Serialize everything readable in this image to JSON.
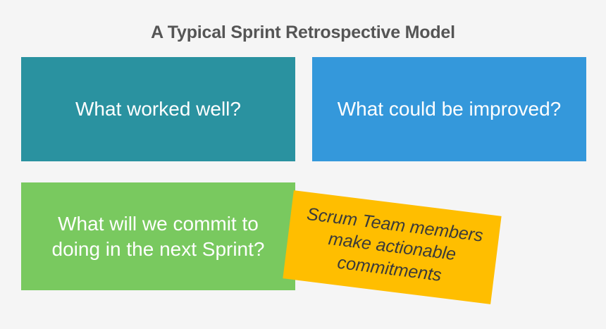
{
  "page": {
    "title": "A Typical Sprint Retrospective Model",
    "background_color": "#f5f5f5",
    "title_color": "#555555"
  },
  "cards": [
    {
      "id": "what-worked-well",
      "label": "What worked well?",
      "color": "#2a92a0",
      "text_color": "#ffffff"
    },
    {
      "id": "what-could-be-improved",
      "label": "What could be improved?",
      "color": "#3498db",
      "text_color": "#ffffff"
    },
    {
      "id": "what-will-we-commit-to",
      "label": "What will we commit to\ndoing in the next Sprint?",
      "color": "#79c95f",
      "text_color": "#ffffff"
    }
  ],
  "note": {
    "id": "scrum-team-commitments-note",
    "label": "Scrum Team members\nmake actionable\ncommitments",
    "color": "#ffbe00",
    "text_color": "#3a3a3a",
    "rotation_degrees": 7.1
  }
}
